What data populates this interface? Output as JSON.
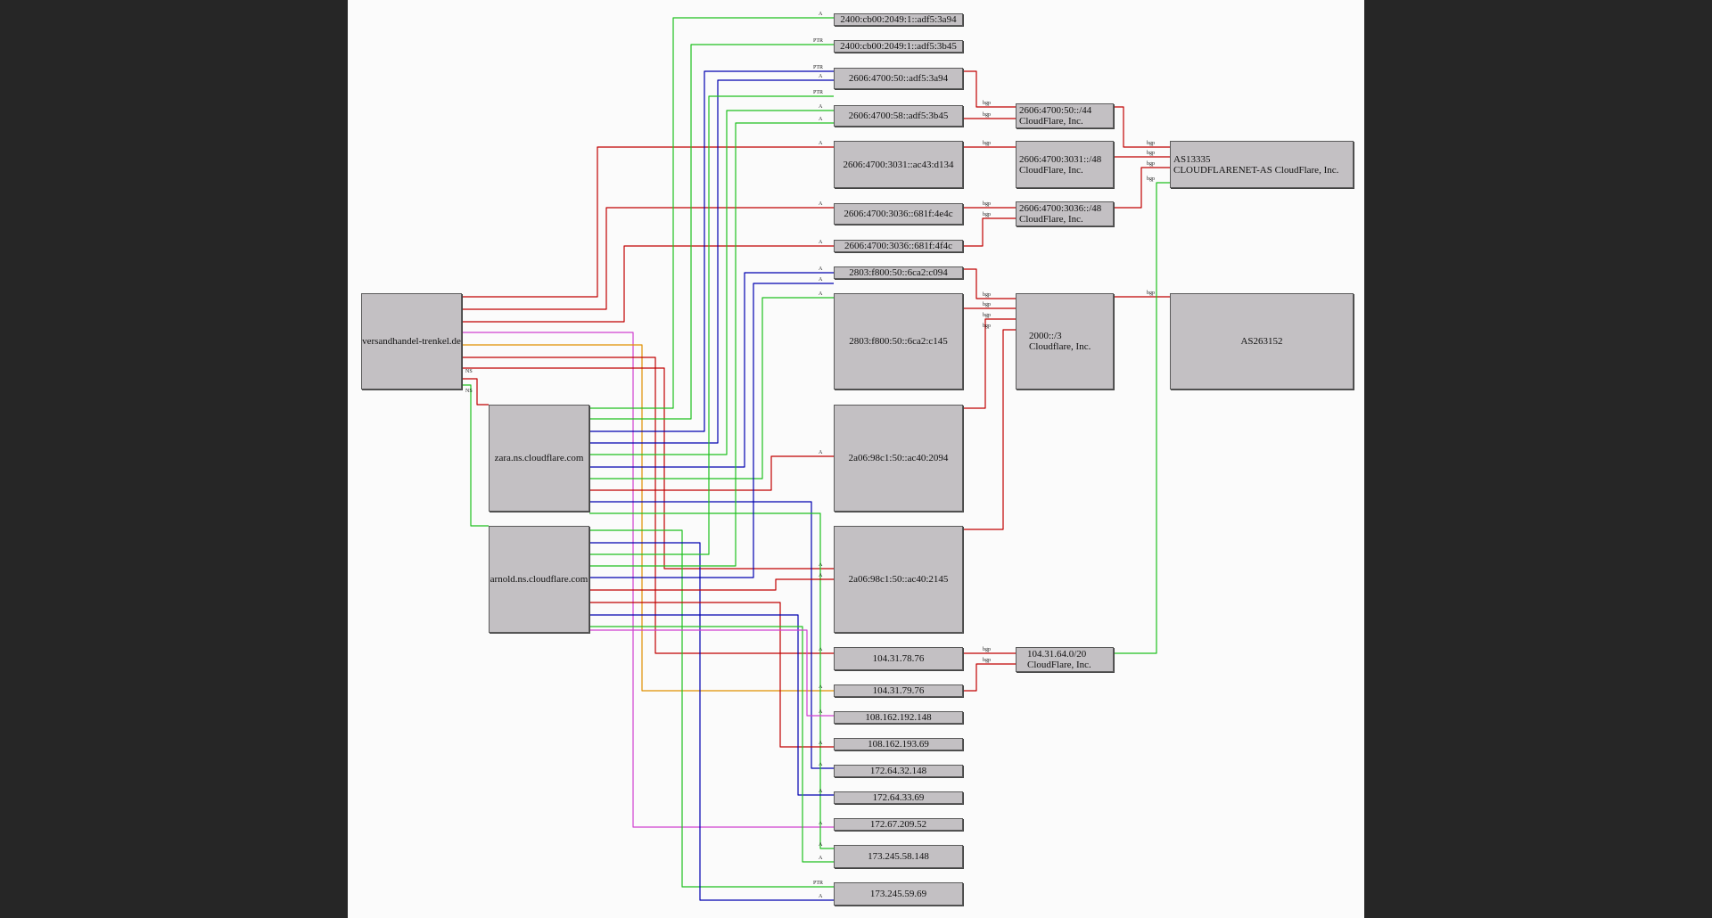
{
  "domain_nodes": {
    "domain": "versandhandel-trenkel.de",
    "ns1": "zara.ns.cloudflare.com",
    "ns2": "arnold.ns.cloudflare.com"
  },
  "address_nodes": [
    "2400:cb00:2049:1::adf5:3a94",
    "2400:cb00:2049:1::adf5:3b45",
    "2606:4700:50::adf5:3a94",
    "2606:4700:58::adf5:3b45",
    "2606:4700:3031::ac43:d134",
    "2606:4700:3036::681f:4e4c",
    "2606:4700:3036::681f:4f4c",
    "2803:f800:50::6ca2:c094",
    "2803:f800:50::6ca2:c145",
    "2a06:98c1:50::ac40:2094",
    "2a06:98c1:50::ac40:2145",
    "104.31.78.76",
    "104.31.79.76",
    "108.162.192.148",
    "108.162.193.69",
    "172.64.32.148",
    "172.64.33.69",
    "172.67.209.52",
    "173.245.58.148",
    "173.245.59.69"
  ],
  "prefix_nodes": [
    "2606:4700:50::/44\nCloudFlare, Inc.",
    "2606:4700:3031::/48\nCloudFlare, Inc.",
    "2606:4700:3036::/48\nCloudFlare, Inc.",
    "2000::/3\nCloudflare, Inc.",
    "104.31.64.0/20\nCloudFlare, Inc."
  ],
  "as_nodes": [
    "AS13335\nCLOUDFLARENET-AS CloudFlare, Inc.",
    "AS263152"
  ],
  "edge_labels": {
    "a": "A",
    "ptr": "PTR",
    "ns": "NS",
    "bgp": "bgp"
  },
  "colors": {
    "red": "#c00000",
    "green": "#1fc01f",
    "blue": "#0000b0",
    "magenta": "#d040d0",
    "orange": "#e09000",
    "node_fill": "#c3c0c3",
    "background": "#fbfbfb"
  }
}
